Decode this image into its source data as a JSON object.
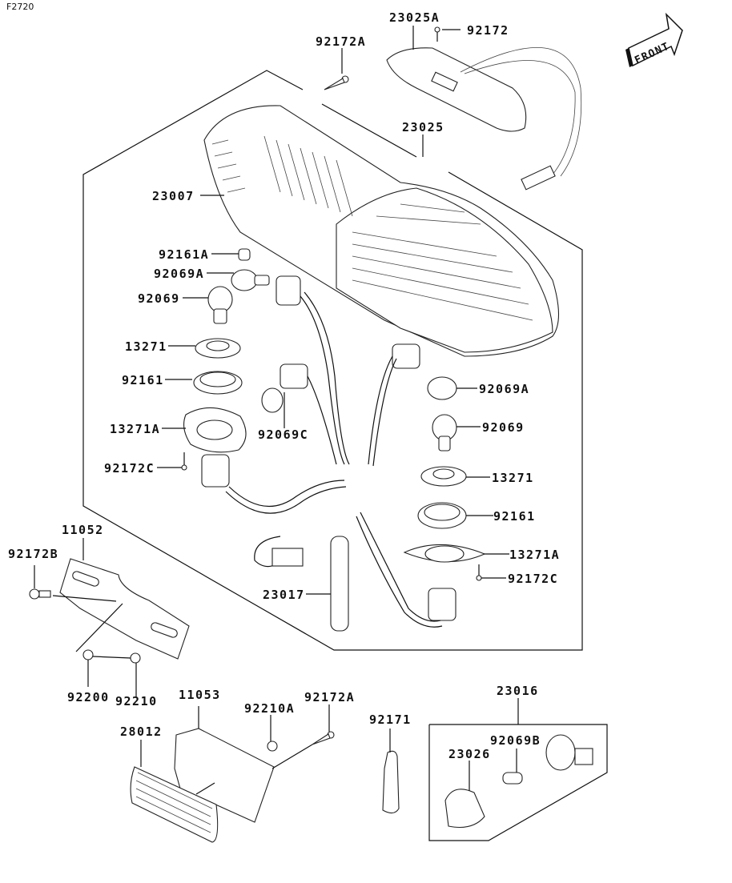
{
  "diagram_code": "F2720",
  "front_label": "FRONT",
  "labels": {
    "p92172A_top": "92172A",
    "p23025A": "23025A",
    "p92172": "92172",
    "p23025": "23025",
    "p23007": "23007",
    "p92161A": "92161A",
    "p92069A_left": "92069A",
    "p92069_left": "92069",
    "p13271_left": "13271",
    "p92161_left": "92161",
    "p13271A_left": "13271A",
    "p92172C_left": "92172C",
    "p92069C": "92069C",
    "p92069A_right": "92069A",
    "p92069_right": "92069",
    "p13271_right": "13271",
    "p92161_right": "92161",
    "p13271A_right": "13271A",
    "p92172C_right": "92172C",
    "p23017": "23017",
    "p11052": "11052",
    "p92172B": "92172B",
    "p92200": "92200",
    "p92210": "92210",
    "p11053": "11053",
    "p92210A": "92210A",
    "p92172A_bottom": "92172A",
    "p28012": "28012",
    "p92171": "92171",
    "p23016": "23016",
    "p92069B": "92069B",
    "p23026": "23026"
  }
}
